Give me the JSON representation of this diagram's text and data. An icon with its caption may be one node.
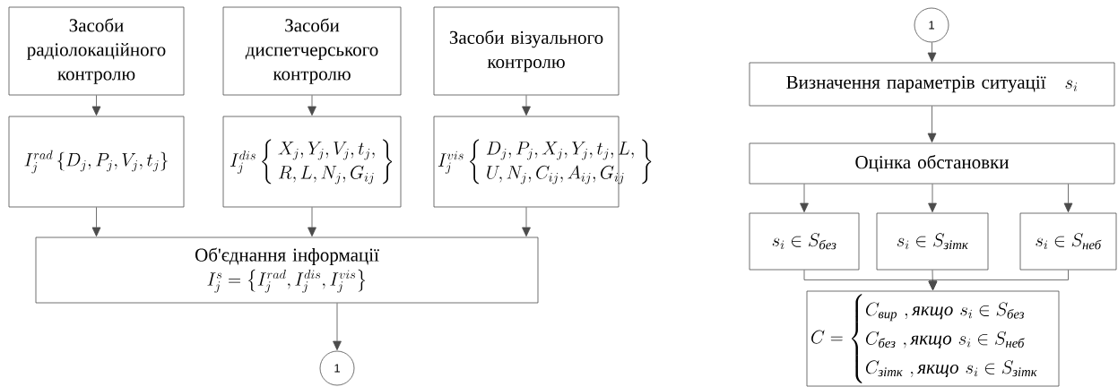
{
  "diagram": {
    "nodes": [
      {
        "text": [
          "Засоби радіолокаційного контролю"
        ]
      },
      {
        "text": [
          "Засоби диспетчерського контролю"
        ]
      },
      {
        "text": [
          "Засоби візуального контролю"
        ]
      },
      {
        "text": [
          "I_j^{rad}\\left\\{D_j,P_j,V_j,t_j\\right\\}"
        ]
      },
      {
        "text": [
          "I_j^{dis}\\left\\{\\begin{array}{l}X_j,Y_j,V_j,t_j,\\\\R,L,N_j,G_{ij}\\end{array}\\right\\}"
        ]
      },
      {
        "text": [
          "I_j^{vis}\\left\\{\\begin{array}{l}D_j,P_j,X_j,Y_j,t_j,L,\\\\U,N_j,C_{ij},A_{ij},G_{ij}\\end{array}\\right\\}"
        ]
      },
      {
        "text": [
          "Об'єднання інформації",
          "I_j^s=\\left\\{I_j^{rad},I_j^{dis},I_j^{vis}\\right\\}"
        ]
      },
      {
        "text": [
          "1"
        ]
      },
      {
        "text": [
          "1"
        ]
      },
      {
        "text": [
          "Визначення параметрів ситуації",
          "s_i"
        ]
      },
      {
        "text": [
          "Оцінка  обстановки"
        ]
      },
      {
        "text": [
          "s_i\\in S_{\\textit{без}}"
        ]
      },
      {
        "text": [
          "s_i\\in S_{\\textit{зітк}}"
        ]
      },
      {
        "text": [
          "s_i\\in S_{\\textit{неб}}"
        ]
      },
      {
        "text": [
          "C=\\begin{cases}C_{\\textit{вир}}\\ ,\\textit{якщо}\\ s_i\\in S_{\\textit{без}}\\\\C_{\\textit{без}}\\ ,\\textit{якщо}\\ s_i\\in S_{\\textit{неб}}\\\\C_{\\textit{зітк}}\\ ,\\textit{якщо}\\ s_i\\in S_{\\textit{зітк}}\\end{cases}"
        ]
      }
    ],
    "edges": [
      {
        "from": 0,
        "to": 3,
        "arrow": "to"
      },
      {
        "from": 1,
        "to": 4,
        "arrow": "to"
      },
      {
        "from": 2,
        "to": 5,
        "arrow": "to"
      },
      {
        "from": 3,
        "to": 6,
        "arrow": "to"
      },
      {
        "from": 4,
        "to": 6,
        "arrow": "to"
      },
      {
        "from": 5,
        "to": 6,
        "arrow": "to"
      },
      {
        "from": 6,
        "to": 7,
        "arrow": "to"
      },
      {
        "from": 8,
        "to": 9,
        "arrow": "to"
      },
      {
        "from": 9,
        "to": 10,
        "arrow": "to"
      },
      {
        "from": 10,
        "to": 11,
        "arrow": "to"
      },
      {
        "from": 10,
        "to": 12,
        "arrow": "to"
      },
      {
        "from": 10,
        "to": 13,
        "arrow": "to"
      },
      {
        "from": 11,
        "to": 14,
        "arrow": "to"
      },
      {
        "from": 12,
        "to": 14,
        "arrow": "to"
      },
      {
        "from": 13,
        "to": 14,
        "arrow": "to"
      }
    ]
  }
}
